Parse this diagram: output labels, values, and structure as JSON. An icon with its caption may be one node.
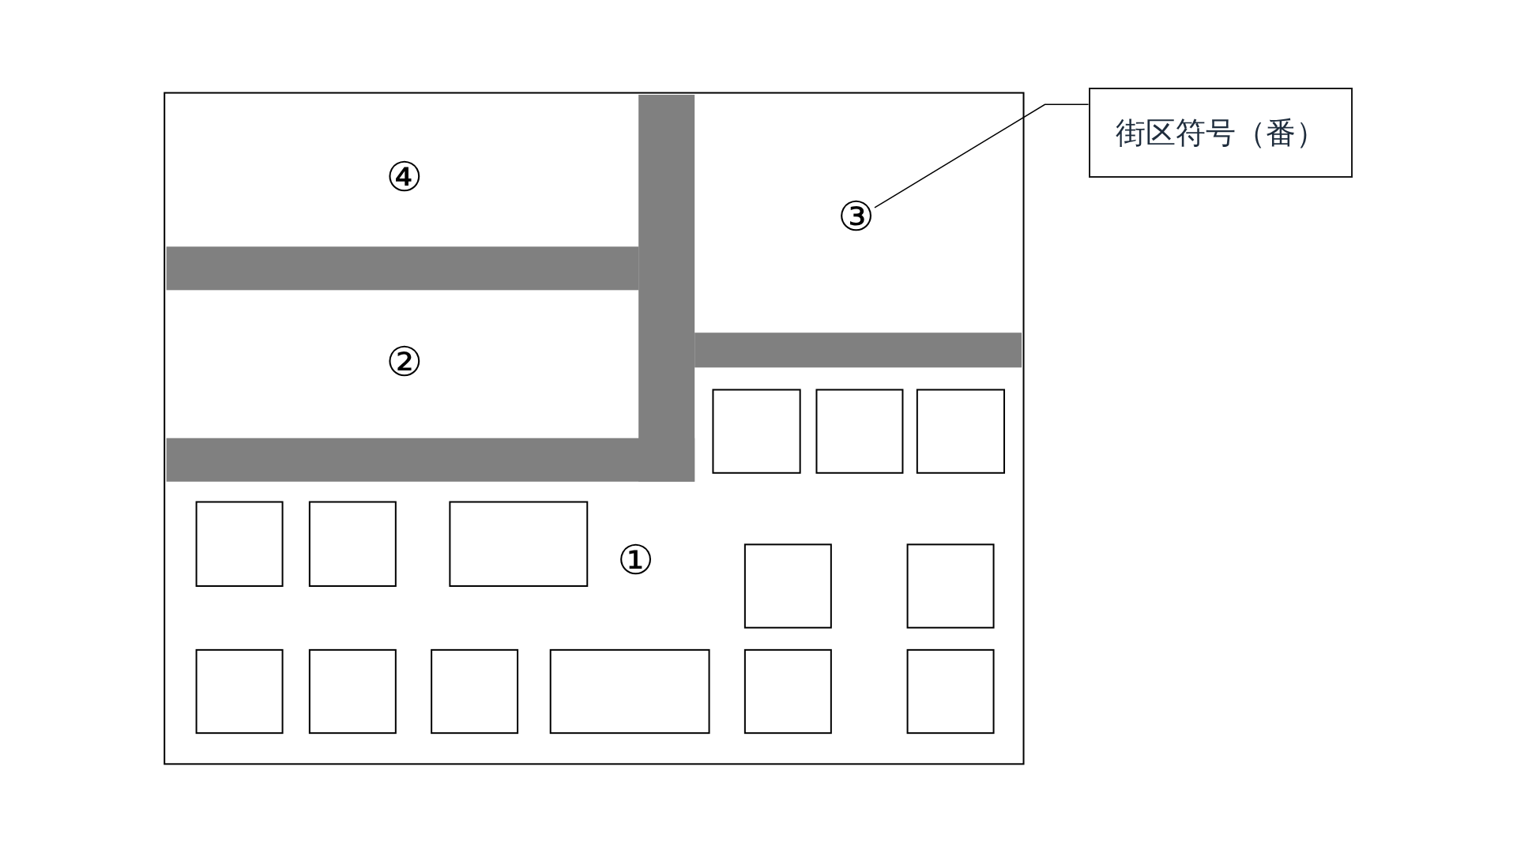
{
  "diagram": {
    "nodes": [
      {
        "text": [
          "街区符号（番）"
        ]
      },
      {
        "text": [
          "③"
        ]
      }
    ],
    "edges": [
      {
        "from": 0,
        "to": 1,
        "arrow": "none"
      }
    ],
    "labels": [
      "④",
      "②",
      "①"
    ]
  }
}
